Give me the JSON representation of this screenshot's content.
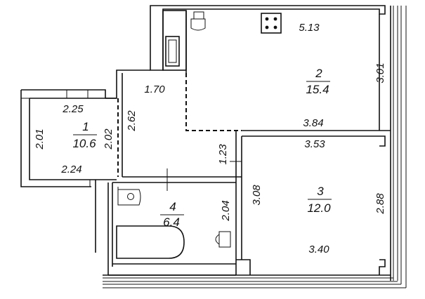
{
  "rooms": [
    {
      "number": "1",
      "area": "10.6"
    },
    {
      "number": "2",
      "area": "15.4"
    },
    {
      "number": "3",
      "area": "12.0"
    },
    {
      "number": "4",
      "area": "6.4"
    }
  ],
  "dimensions": {
    "room2_top": "5.13",
    "room2_right": "3.01",
    "room2_bottom": "3.84",
    "hall_top": "1.70",
    "hall_left": "2.62",
    "hall_lower": "1.23",
    "room1_top": "2.25",
    "room1_left": "2.01",
    "room1_right": "2.02",
    "room1_bottom": "2.24",
    "room3_top": "3.53",
    "room3_left": "3.08",
    "room3_right": "2.88",
    "room3_bottom": "3.40",
    "bath_right": "2.04"
  }
}
